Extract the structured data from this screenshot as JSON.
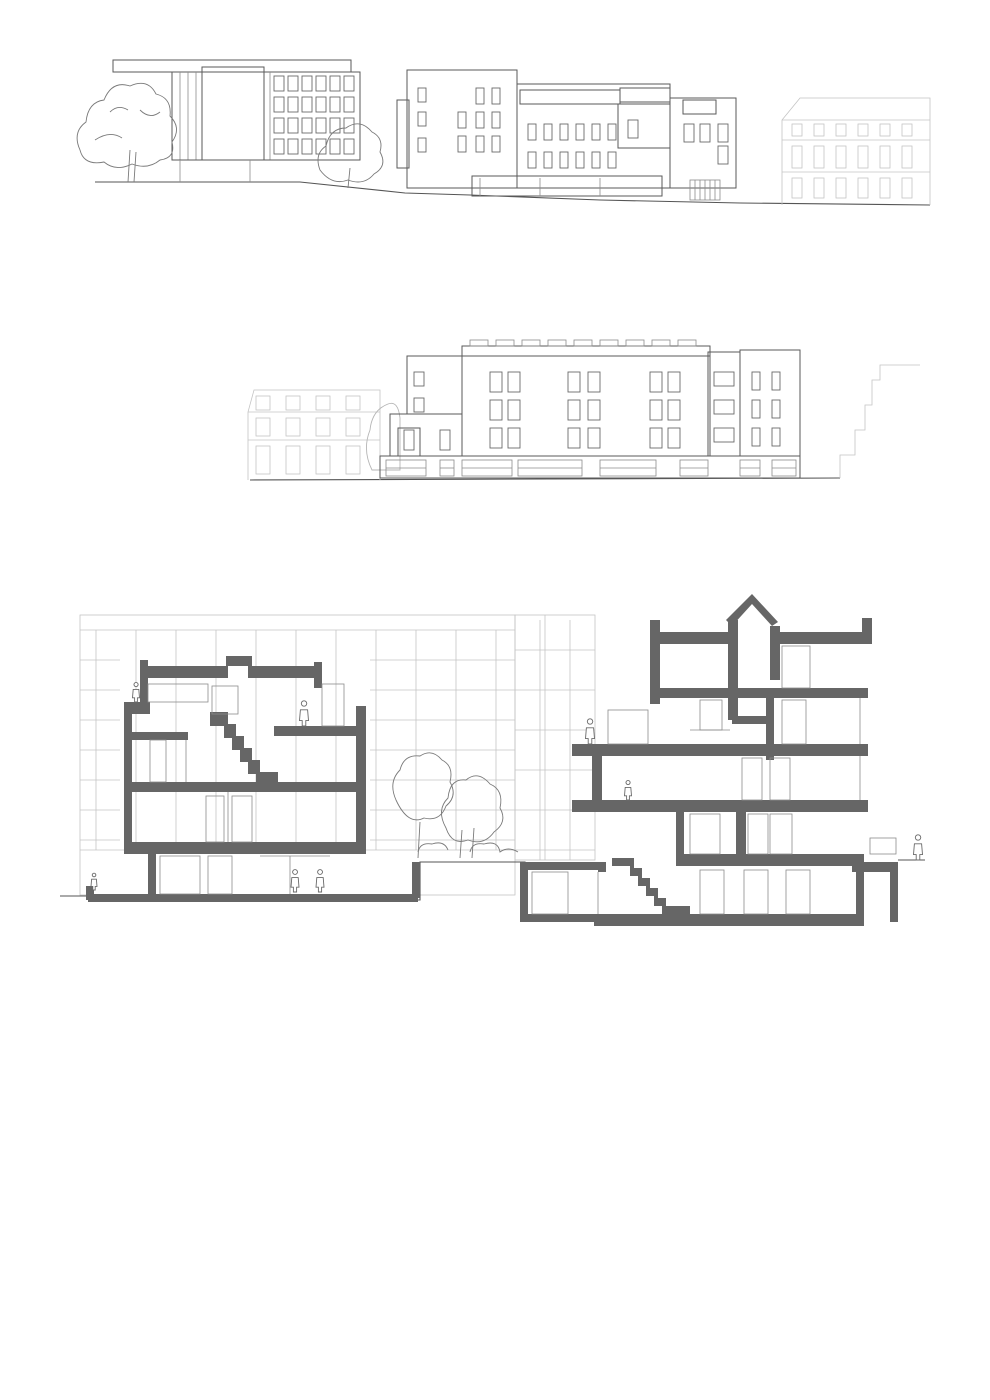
{
  "sheet": {
    "drawings": [
      {
        "id": "street-elevation-1",
        "kind": "elevation"
      },
      {
        "id": "street-elevation-2",
        "kind": "elevation"
      },
      {
        "id": "building-section",
        "kind": "section"
      }
    ]
  }
}
